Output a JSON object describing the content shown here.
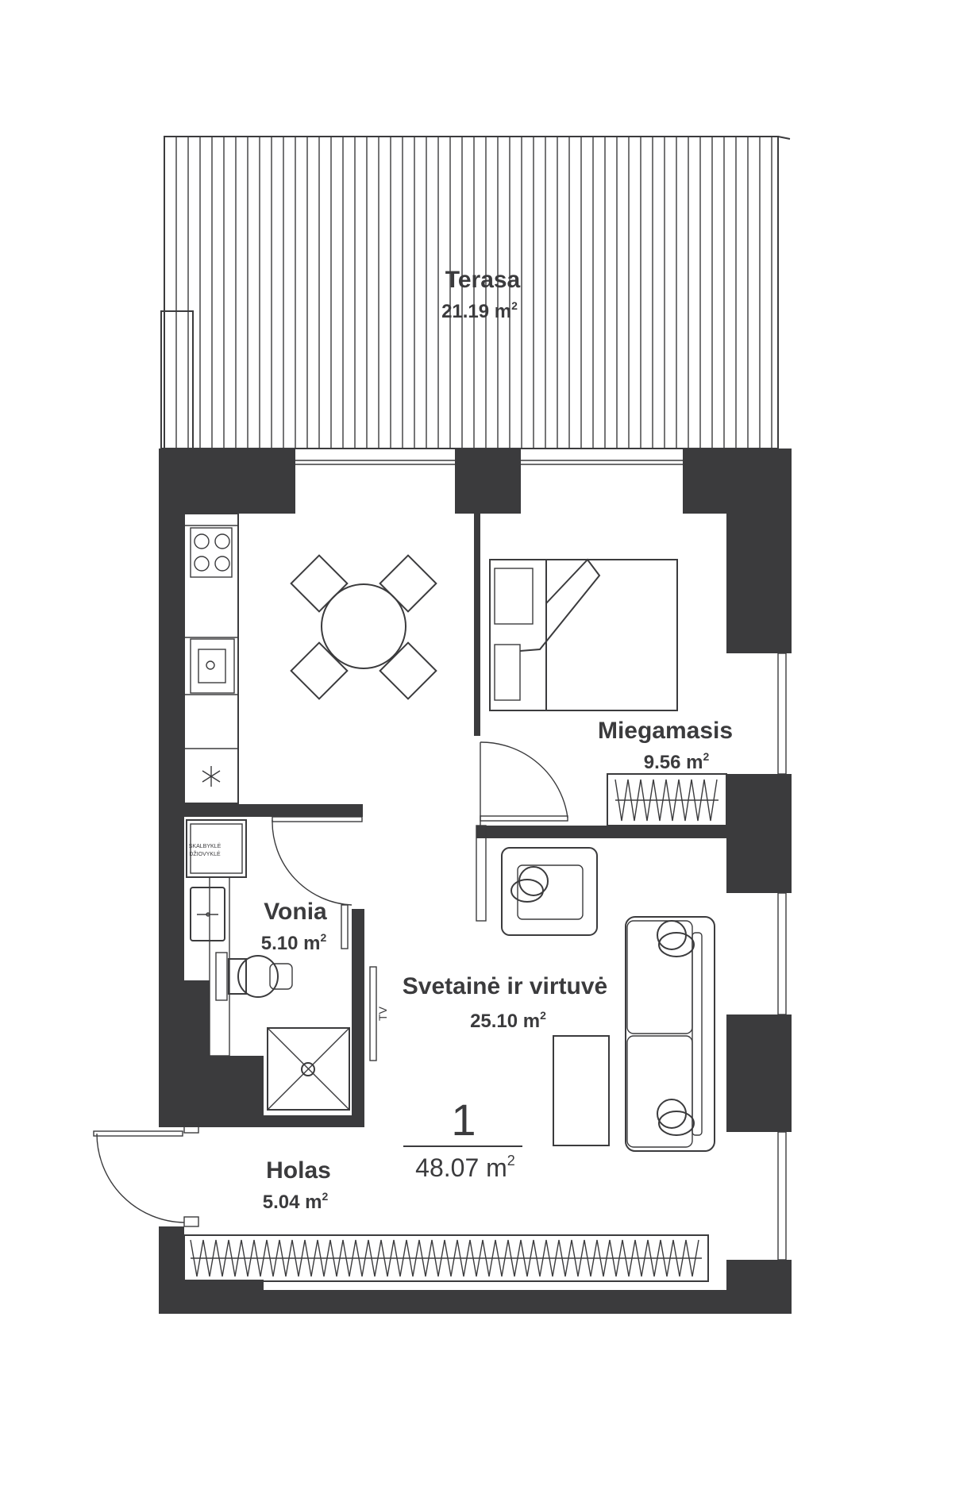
{
  "rooms": {
    "terasa": {
      "name": "Terasa",
      "area": "21.19 m",
      "sup": "2"
    },
    "miegamasis": {
      "name": "Miegamasis",
      "area": "9.56 m",
      "sup": "2"
    },
    "vonia": {
      "name": "Vonia",
      "area": "5.10 m",
      "sup": "2"
    },
    "svetaine": {
      "name": "Svetainė ir virtuvė",
      "area": "25.10 m",
      "sup": "2"
    },
    "holas": {
      "name": "Holas",
      "area": "5.04 m",
      "sup": "2"
    }
  },
  "apartment": {
    "number": "1",
    "area": "48.07 m",
    "sup": "2"
  },
  "appliance": {
    "line1": "SKALBYKLĖ",
    "line2": "DŽIOVYKLĖ"
  },
  "tv_label": "TV",
  "colors": {
    "wall": "#3b3b3d",
    "background": "#ffffff"
  }
}
